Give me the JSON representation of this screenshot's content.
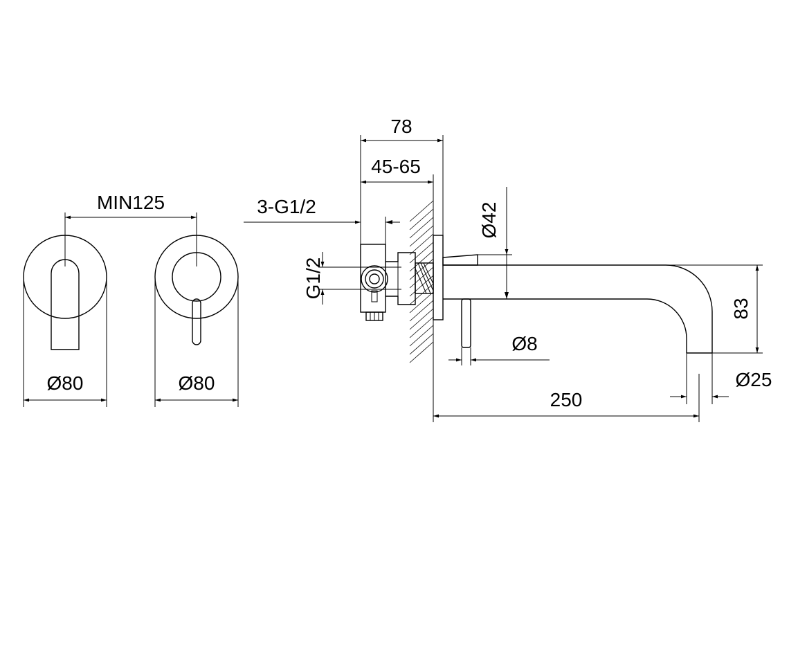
{
  "colors": {
    "line": "#000000",
    "background": "#ffffff"
  },
  "dimensions": {
    "min_spacing": "MIN125",
    "plate_left_diameter": "Ø80",
    "plate_right_diameter": "Ø80",
    "depth_total": "78",
    "depth_range": "45-65",
    "thread_outlets": "3-G1/2",
    "thread_inlet": "G1/2",
    "flange_diameter": "Ø42",
    "spout_drop": "83",
    "handle_diameter": "Ø8",
    "spout_diameter": "Ø25",
    "spout_length": "250"
  }
}
